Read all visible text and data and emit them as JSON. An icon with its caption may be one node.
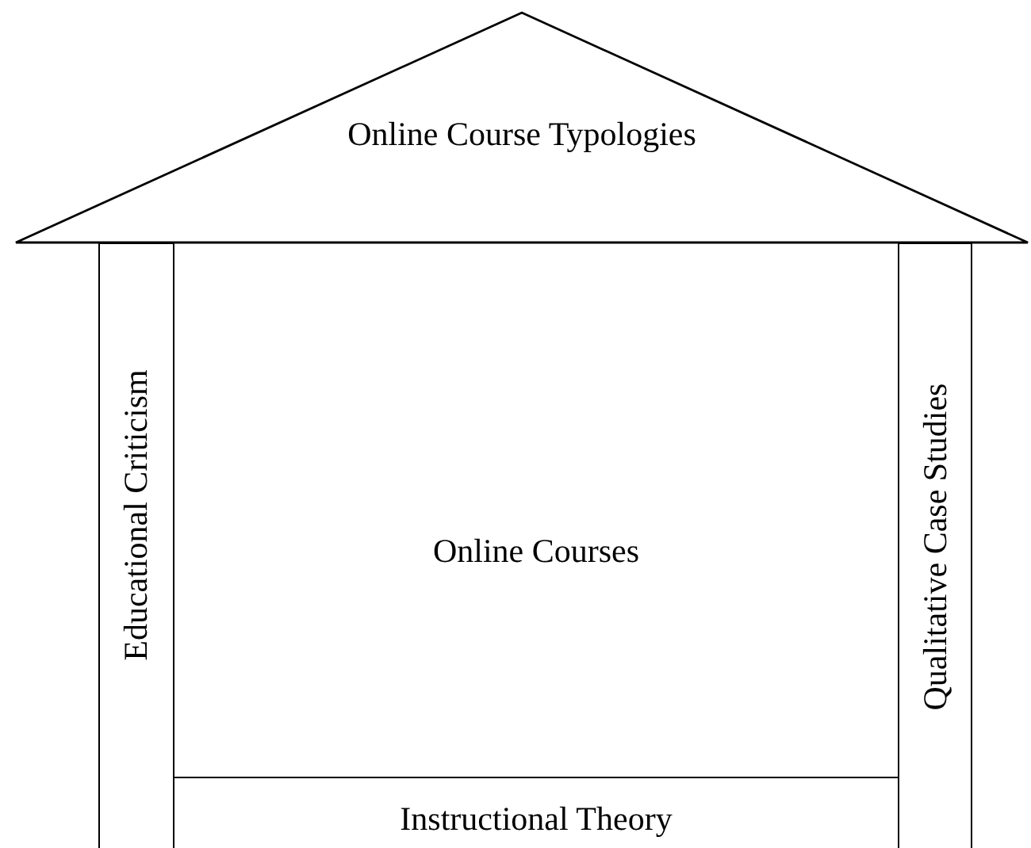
{
  "diagram": {
    "nodes": [
      {
        "text": [
          "Online Course Typologies"
        ]
      },
      {
        "text": [
          "Educational Criticism"
        ]
      },
      {
        "text": [
          "Online Courses"
        ]
      },
      {
        "text": [
          "Qualitative Case Studies"
        ]
      },
      {
        "text": [
          "Instructional Theory"
        ]
      }
    ]
  }
}
